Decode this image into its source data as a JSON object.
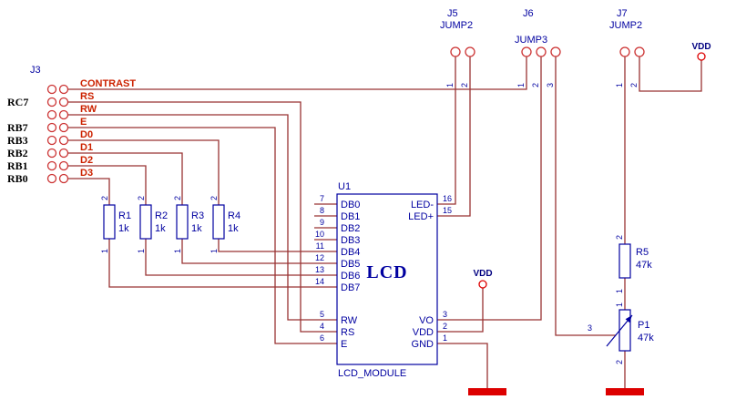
{
  "colors": {
    "background": "#FFFFFF",
    "wire": "#993333",
    "component": "#0000A0",
    "net-label": "#CC2200",
    "io-label": "#000000",
    "pin-text": "#0000A0",
    "pad": "#CC3333",
    "power": "#DD0000",
    "power-text": "#000080"
  },
  "j3": {
    "ref": "J3",
    "left_labels": [
      "RC7",
      "RB7",
      "RB3",
      "RB2",
      "RB1",
      "RB0"
    ]
  },
  "nets": {
    "signals": [
      "CONTRAST",
      "RS",
      "RW",
      "E",
      "D0",
      "D1",
      "D2",
      "D3"
    ],
    "vdd": "VDD"
  },
  "resistors": [
    {
      "ref": "R1",
      "value": "1k",
      "pin_top": "2",
      "pin_bottom": "1"
    },
    {
      "ref": "R2",
      "value": "1k",
      "pin_top": "2",
      "pin_bottom": "1"
    },
    {
      "ref": "R3",
      "value": "1k",
      "pin_top": "2",
      "pin_bottom": "1"
    },
    {
      "ref": "R4",
      "value": "1k",
      "pin_top": "2",
      "pin_bottom": "1"
    },
    {
      "ref": "R5",
      "value": "47k",
      "pin_top": "2",
      "pin_bottom": "1"
    }
  ],
  "potentiometer": {
    "ref": "P1",
    "value": "47k",
    "pin_top": "1",
    "pin_bottom": "2",
    "pin_wiper": "3"
  },
  "jumpers": [
    {
      "ref": "J5",
      "type": "JUMP2",
      "pins": [
        "1",
        "2"
      ]
    },
    {
      "ref": "J6",
      "type": "JUMP3",
      "pins": [
        "1",
        "2",
        "3"
      ]
    },
    {
      "ref": "J7",
      "type": "JUMP2",
      "pins": [
        "1",
        "2"
      ]
    }
  ],
  "u1": {
    "ref": "U1",
    "title": "LCD",
    "subtitle": "LCD_MODULE",
    "left_pins": [
      {
        "num": "7",
        "name": "DB0"
      },
      {
        "num": "8",
        "name": "DB1"
      },
      {
        "num": "9",
        "name": "DB2"
      },
      {
        "num": "10",
        "name": "DB3"
      },
      {
        "num": "11",
        "name": "DB4"
      },
      {
        "num": "12",
        "name": "DB5"
      },
      {
        "num": "13",
        "name": "DB6"
      },
      {
        "num": "14",
        "name": "DB7"
      },
      {
        "num": "5",
        "name": "RW"
      },
      {
        "num": "4",
        "name": "RS"
      },
      {
        "num": "6",
        "name": "E"
      }
    ],
    "right_pins": [
      {
        "num": "16",
        "name": "LED-"
      },
      {
        "num": "15",
        "name": "LED+"
      },
      {
        "num": "3",
        "name": "VO"
      },
      {
        "num": "2",
        "name": "VDD"
      },
      {
        "num": "1",
        "name": "GND"
      }
    ]
  }
}
